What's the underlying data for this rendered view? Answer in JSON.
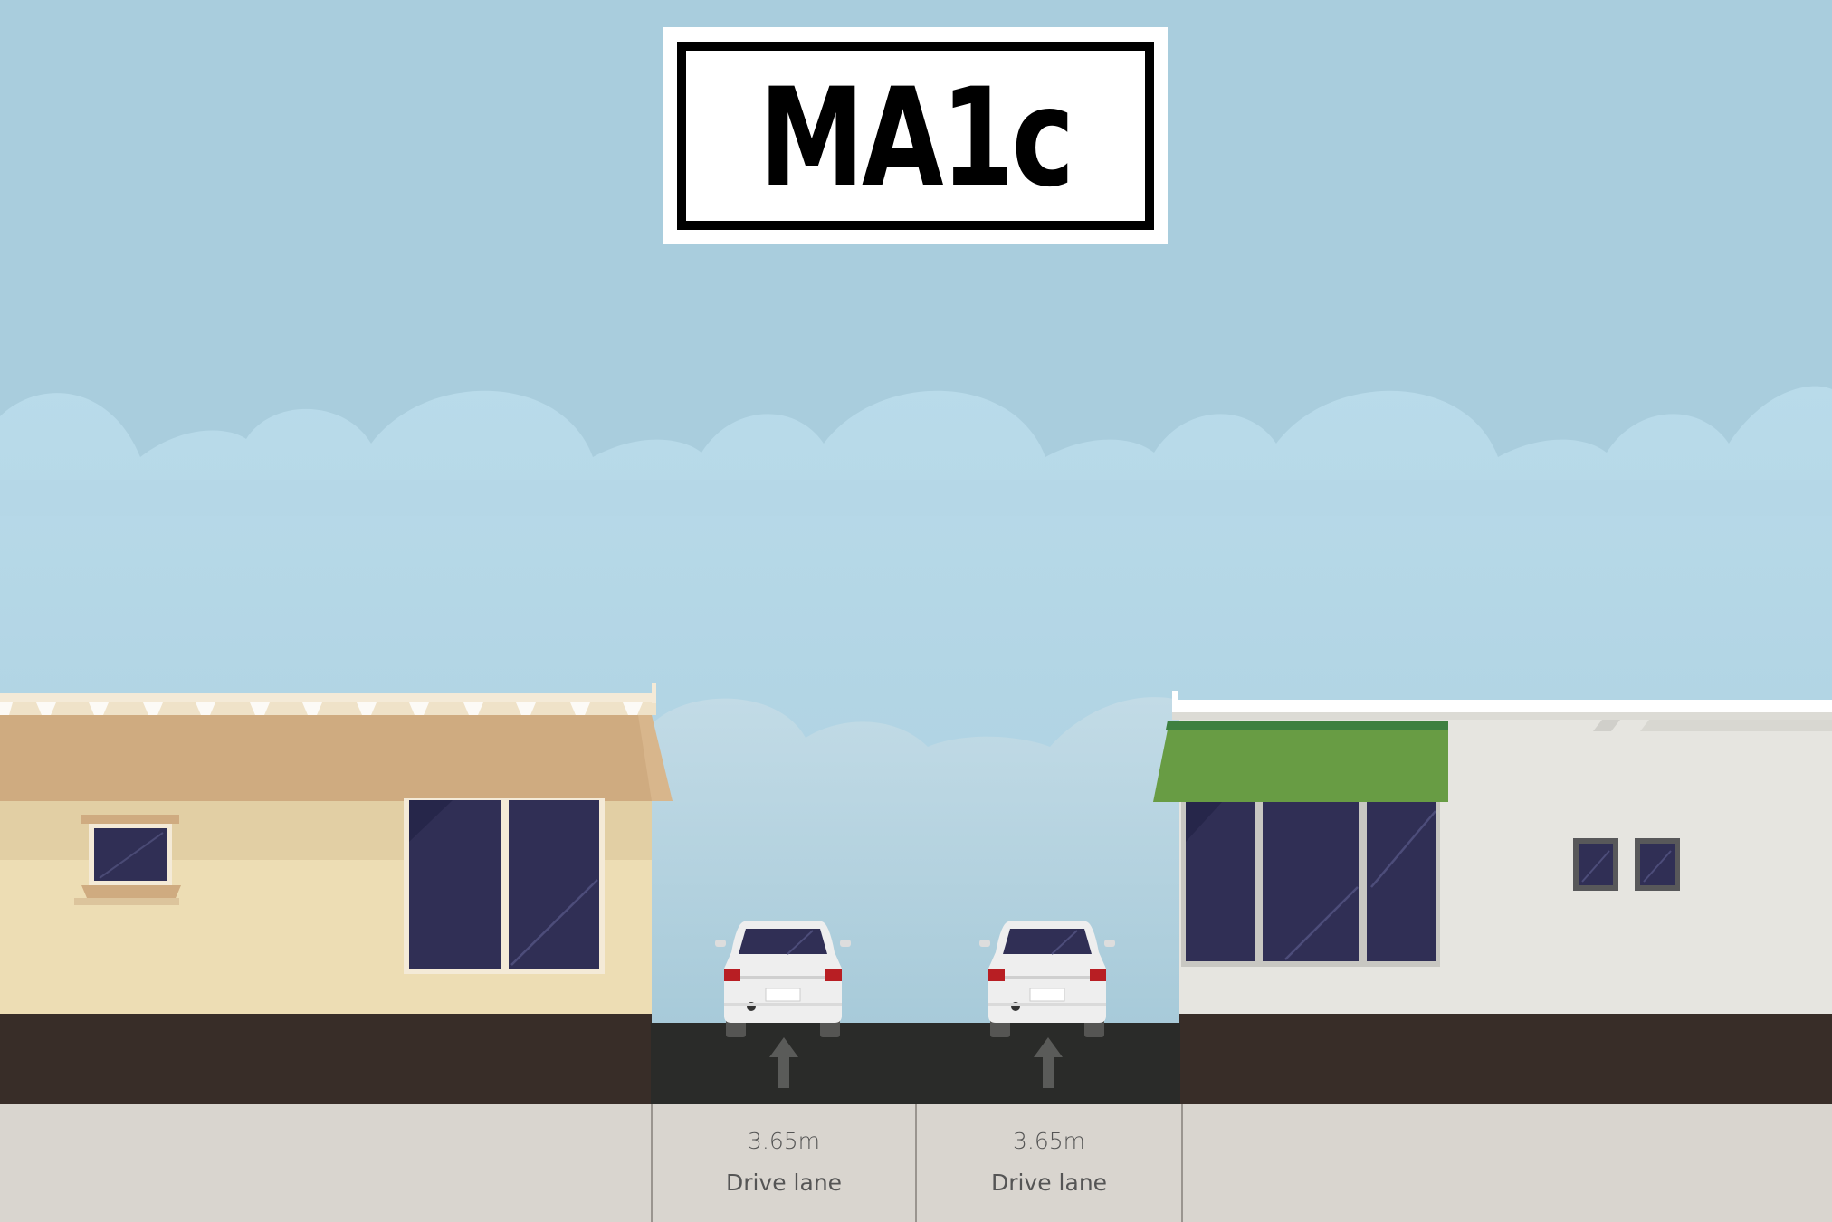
{
  "street": {
    "name": "MA1c"
  },
  "segments": [
    {
      "width": "3.65m",
      "label": "Drive lane"
    },
    {
      "width": "3.65m",
      "label": "Drive lane"
    }
  ],
  "colors": {
    "sky": "#a9cddd",
    "clouds": "#b7d8e6",
    "road": "#2a2b29",
    "ground_dark": "#382d28",
    "pavement": "#d9d5cf",
    "left_building_wall": "#edddb4",
    "left_building_roof": "#cfab80",
    "right_building_wall": "#e6e5e0",
    "awning": "#689c44",
    "window": "#302f55",
    "car_body": "#eeeeee",
    "tail_light": "#b81e23",
    "lane_arrow": "#5a5b59"
  },
  "icons": {
    "lane_arrow": "arrow-up-icon",
    "vehicle": "car-rear-icon"
  }
}
